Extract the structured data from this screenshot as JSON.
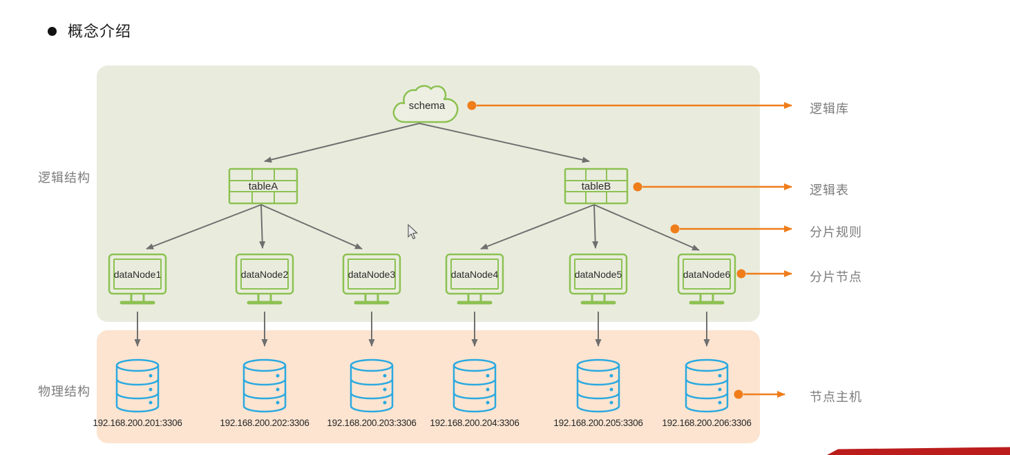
{
  "title": {
    "text": "概念介绍"
  },
  "sections": {
    "logical": {
      "label": "逻辑结构"
    },
    "physical": {
      "label": "物理结构"
    }
  },
  "nodes": {
    "schema": {
      "label": "schema"
    },
    "tables": [
      {
        "label": "tableA"
      },
      {
        "label": "tableB"
      }
    ],
    "datanodes": [
      {
        "label": "dataNode1"
      },
      {
        "label": "dataNode2"
      },
      {
        "label": "dataNode3"
      },
      {
        "label": "dataNode4"
      },
      {
        "label": "dataNode5"
      },
      {
        "label": "dataNode6"
      }
    ],
    "hosts": [
      {
        "address": "192.168.200.201:3306"
      },
      {
        "address": "192.168.200.202:3306"
      },
      {
        "address": "192.168.200.203:3306"
      },
      {
        "address": "192.168.200.204:3306"
      },
      {
        "address": "192.168.200.205:3306"
      },
      {
        "address": "192.168.200.206:3306"
      }
    ]
  },
  "annotations": [
    {
      "label": "逻辑库"
    },
    {
      "label": "逻辑表"
    },
    {
      "label": "分片规则"
    },
    {
      "label": "分片节点"
    },
    {
      "label": "节点主机"
    }
  ],
  "colors": {
    "region_logical_bg": "#e9ecdd",
    "region_physical_bg": "#fce4d0",
    "node_green": "#8cc152",
    "database_blue": "#2aa9e0",
    "accent_orange": "#ef7d1a",
    "arrow_gray": "#6f6f6f",
    "label_gray": "#7c7c7c",
    "banner_red": "#bb1d1d"
  }
}
